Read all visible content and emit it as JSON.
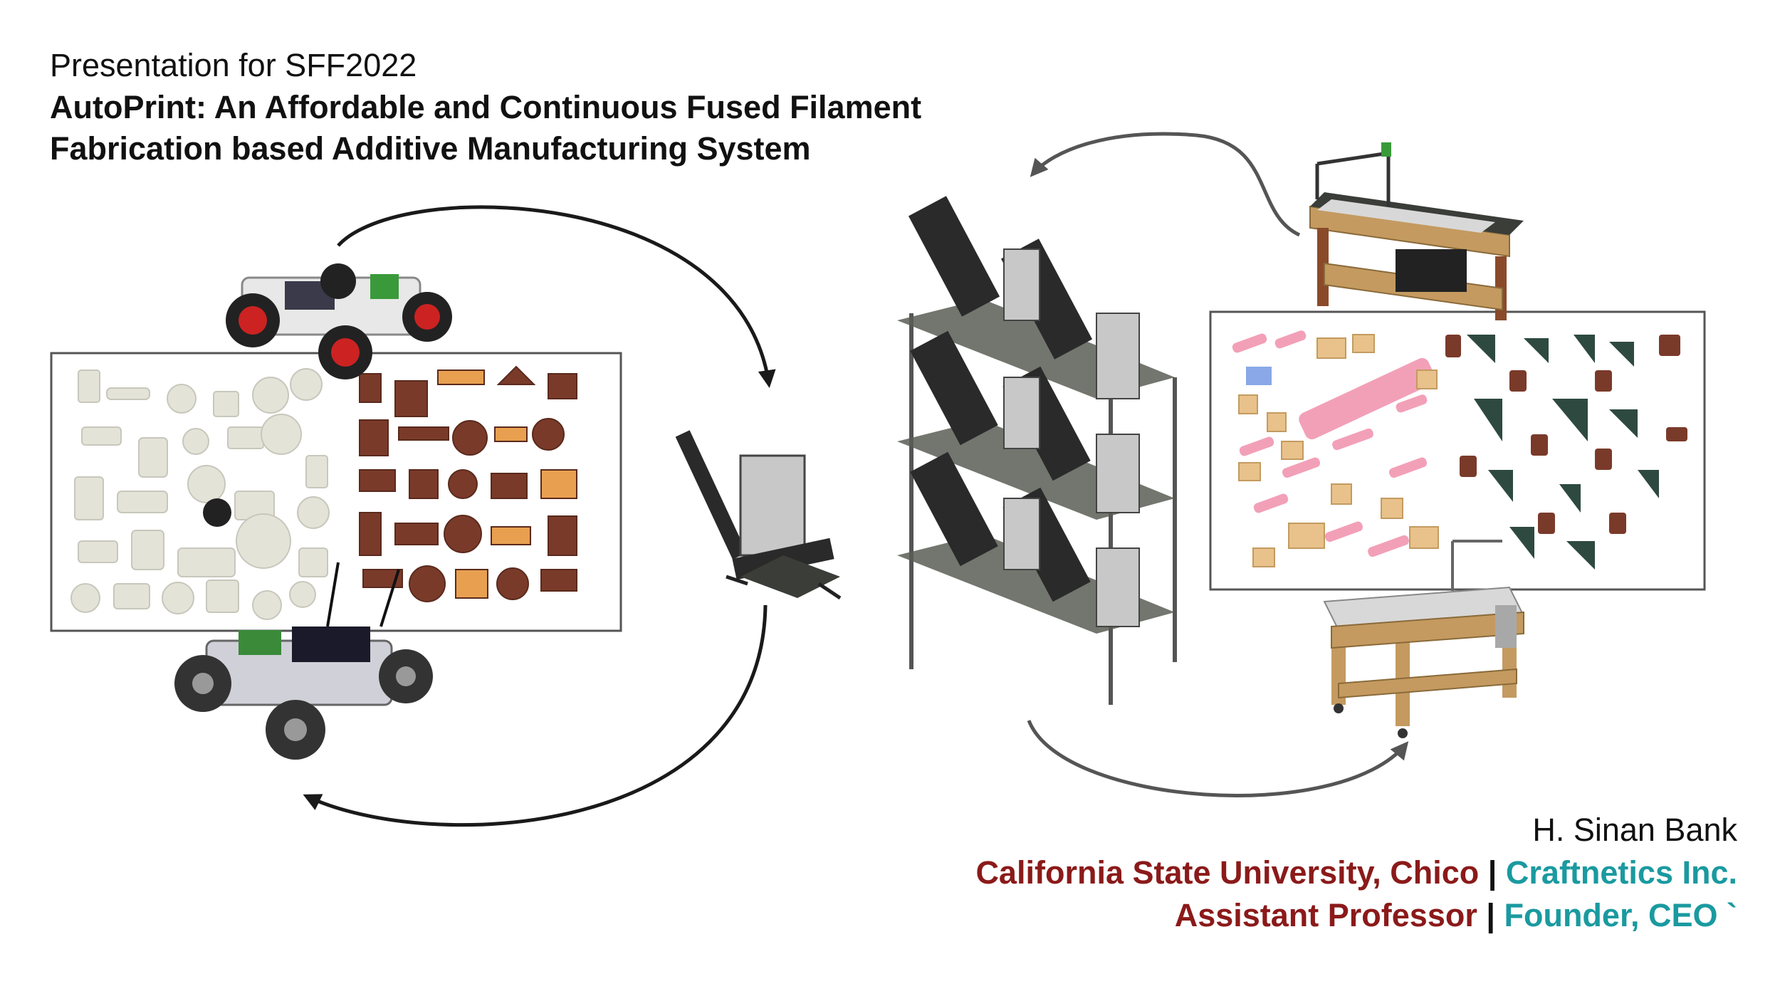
{
  "slide": {
    "subtitle": "Presentation for SFF2022",
    "title_line1": "AutoPrint: An Affordable and Continuous Fused Filament",
    "title_line2": "Fabrication based Additive Manufacturing System"
  },
  "author": {
    "name": "H. Sinan Bank",
    "affiliation_1": "California State University, Chico",
    "affiliation_2": "Craftnetics Inc.",
    "role_1": "Assistant Professor",
    "role_2": "Founder, CEO `",
    "separator": "|"
  },
  "colors": {
    "university": "#8b1a1a",
    "company": "#1a9aa0",
    "part_light": "#e4e3d8",
    "part_brown": "#7a3a2a",
    "part_orange": "#e8a050",
    "part_pink": "#f2a0b8",
    "part_dark": "#2e4a40",
    "frame_dark": "#3a3d38",
    "wood": "#c49a60"
  }
}
